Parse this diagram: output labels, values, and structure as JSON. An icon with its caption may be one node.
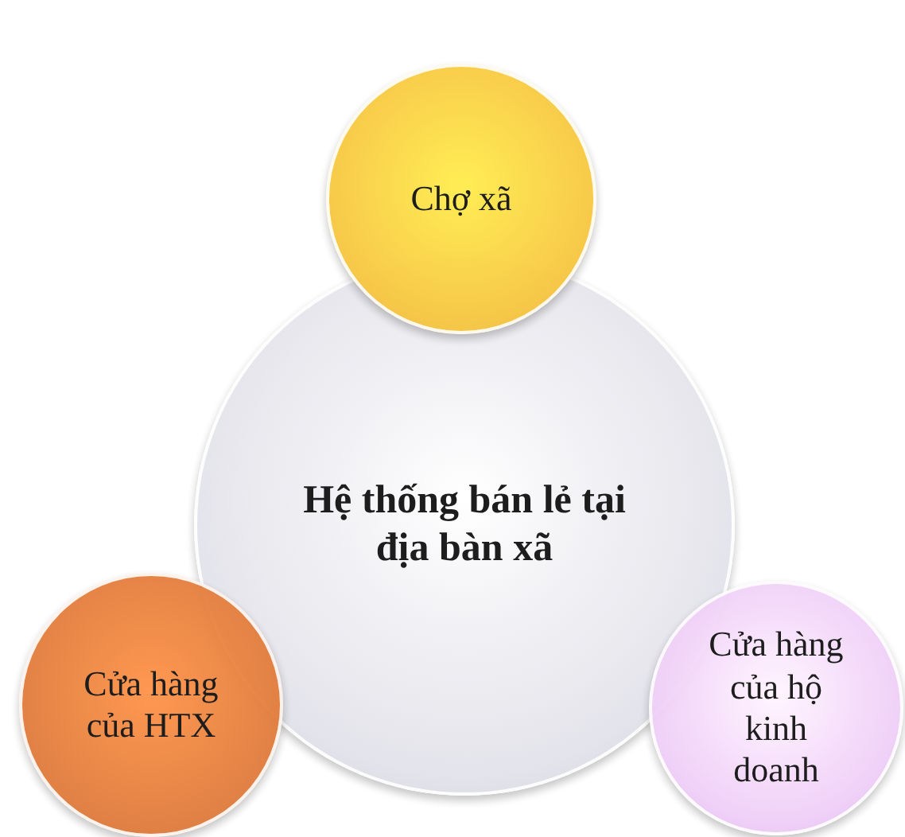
{
  "diagram": {
    "nodes": [
      {
        "text": [
          "Chợ xã"
        ]
      },
      {
        "text": [
          "Hệ thống bán lẻ tại địa bàn xã"
        ]
      },
      {
        "text": [
          "Cửa hàng của HTX"
        ]
      },
      {
        "text": [
          "Cửa hàng của hộ kinh doanh"
        ]
      }
    ]
  }
}
